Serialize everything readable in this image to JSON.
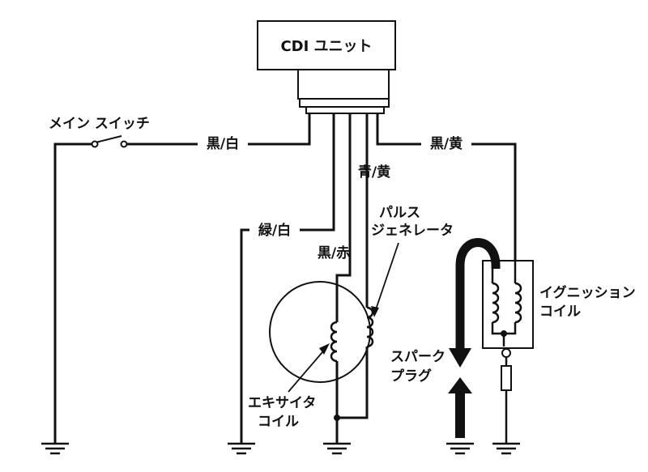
{
  "cdi_unit": {
    "label": "CDI ユニット"
  },
  "main_switch": {
    "label": "メイン スイッチ"
  },
  "wires": {
    "black_white": "黒/白",
    "black_yellow": "黒/黄",
    "blue_yellow": "青/黄",
    "green_white": "緑/白",
    "black_red": "黒/赤"
  },
  "pulse_generator": {
    "line1": "パルス",
    "line2": "ジェネレータ"
  },
  "exciter_coil": {
    "line1": "エキサイタ",
    "line2": "コイル"
  },
  "ignition_coil": {
    "line1": "イグニッション",
    "line2": "コイル"
  },
  "spark_plug": {
    "line1": "スパーク",
    "line2": "プラグ"
  }
}
